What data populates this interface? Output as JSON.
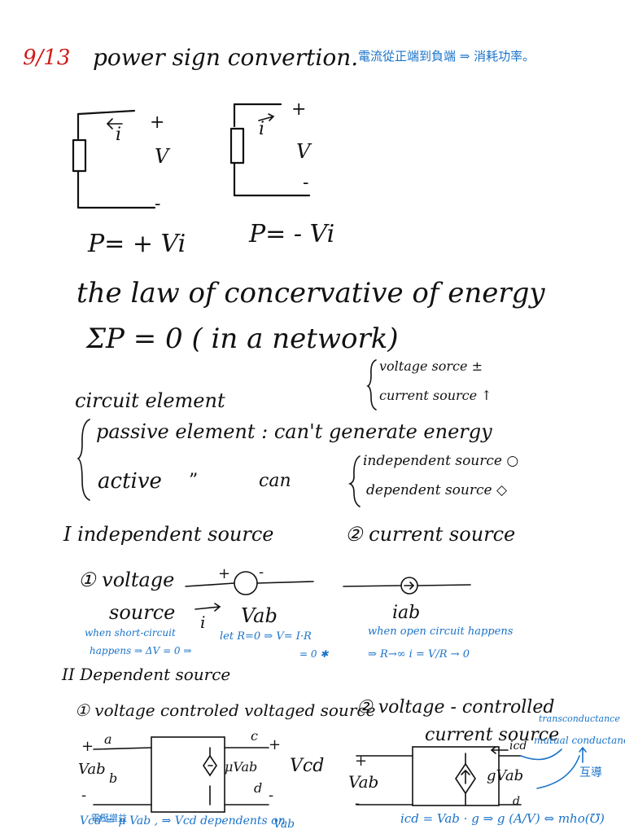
{
  "date": "9/13",
  "title": "power sign convertion.",
  "title_note": "電流從正端到負端 ⇒ 消耗功率。",
  "circuit1": {
    "current": "i",
    "plus": "+",
    "voltage": "V",
    "minus": "-",
    "formula": "P= + Vi"
  },
  "circuit2": {
    "current": "i",
    "plus": "+",
    "voltage": "V",
    "minus": "-",
    "formula": "P= - Vi"
  },
  "law": {
    "line1": "the law of concervative of energy",
    "line2": "ΣP = 0 ( in a network)"
  },
  "sources_brace": {
    "item1": "voltage sorce ±",
    "item2": "current source ↑"
  },
  "circuit_element": "circuit element",
  "passive": "passive element : can't generate energy",
  "active": {
    "label": "active",
    "ditto": "”",
    "can": "can"
  },
  "active_brace": {
    "item1": "independent source ○",
    "item2": "dependent source ◇"
  },
  "section1": {
    "heading": "I independent source",
    "item2": "② current source"
  },
  "voltage_source": {
    "label1": "① voltage",
    "label2": "source",
    "plus": "+",
    "minus": "-",
    "i": "i",
    "vab": "Vab",
    "iab": "iab"
  },
  "short_note": {
    "line1": "when short-circuit",
    "line2": "happens ⇒ ΔV = 0 ⇒",
    "line3": "let R=0 ⇒ V= I·R",
    "line4": "= 0 ✱"
  },
  "open_note": {
    "line1": "when open circuit happens",
    "line2": "⇒ R→∞  i = V/R → 0"
  },
  "section2": {
    "heading": "II Dependent source"
  },
  "vcvs": {
    "label": "① voltage controled voltaged source",
    "a": "a",
    "b": "b",
    "c": "c",
    "d": "d",
    "plus_l": "+",
    "minus_l": "-",
    "plus_r": "+",
    "minus_r": "-",
    "vab": "Vab",
    "uvab": "μVab",
    "vcd": "Vcd",
    "gain_note": "電壓增益",
    "formula": "Vcd = μ Vab , ⇒ Vcd dependents on",
    "formula2": "Vab"
  },
  "vccs": {
    "label1": "② voltage - controlled",
    "label2": "current source",
    "icd": "icd",
    "gvab": "gVab",
    "plus": "+",
    "vab": "Vab",
    "minus": "-",
    "d": "d",
    "transconductance": "transconductance",
    "mutual": "mutual conductance",
    "huzhi": "互導",
    "formula": "icd = Vab · g ⇒ g (A/V) ⇔ mho(℧)"
  }
}
